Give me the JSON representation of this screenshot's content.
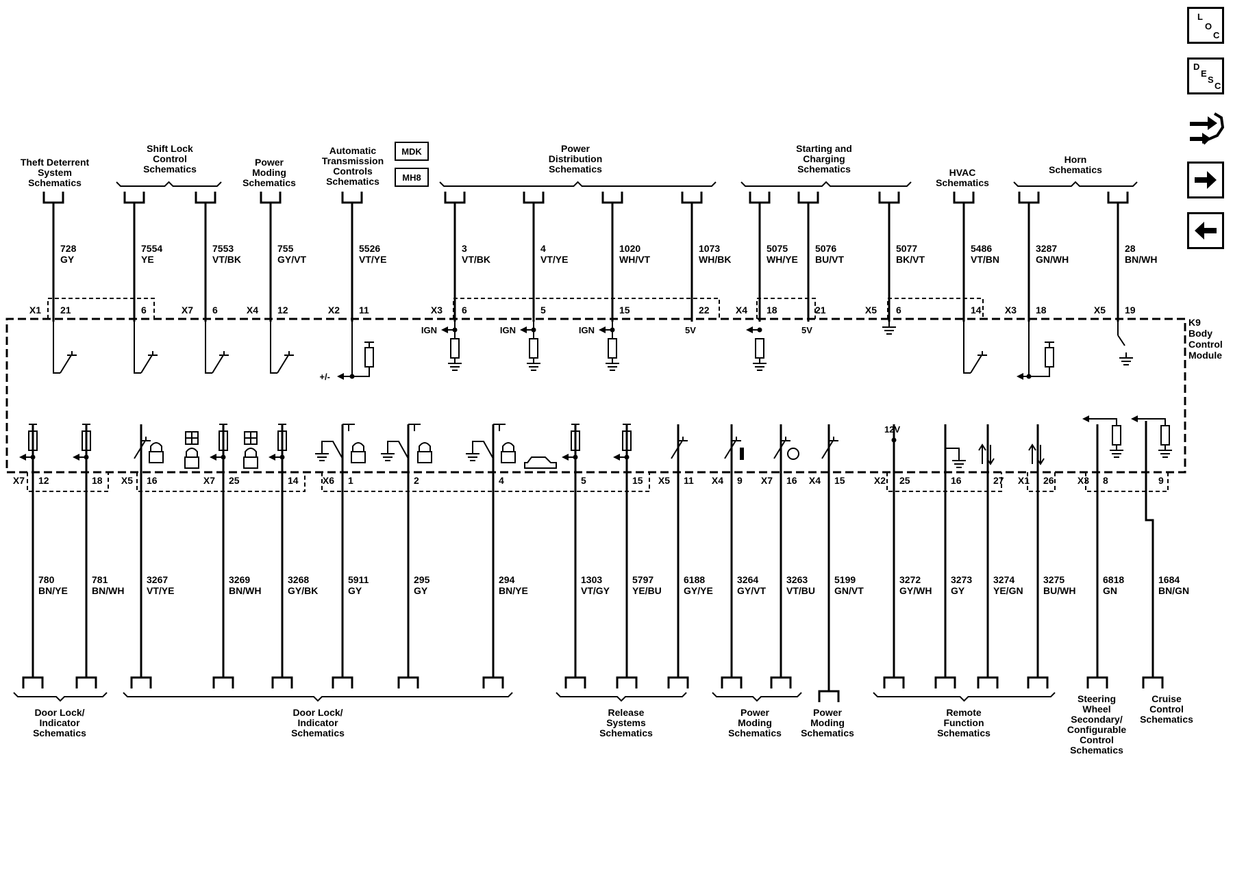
{
  "module": {
    "id": "K9",
    "name": [
      "Body",
      "Control",
      "Module"
    ]
  },
  "top_targets": [
    {
      "lines": [
        "Theft Deterrent",
        "System",
        "Schematics"
      ]
    },
    {
      "lines": [
        "Shift Lock",
        "Control",
        "Schematics"
      ]
    },
    {
      "lines": [
        "Power",
        "Moding",
        "Schematics"
      ]
    },
    {
      "lines": [
        "Automatic",
        "Transmission",
        "Controls",
        "Schematics"
      ]
    },
    {
      "lines": [
        "Power",
        "Distribution",
        "Schematics"
      ]
    },
    {
      "lines": [
        "Starting and",
        "Charging",
        "Schematics"
      ]
    },
    {
      "lines": [
        "HVAC",
        "Schematics"
      ]
    },
    {
      "lines": [
        "Horn",
        "Schematics"
      ]
    }
  ],
  "options": [
    "MDK",
    "MH8"
  ],
  "top_wires": [
    {
      "circuit": "728",
      "color": "GY",
      "connector": "X1",
      "pin": "21"
    },
    {
      "circuit": "7554",
      "color": "YE",
      "connector": "",
      "pin": "6"
    },
    {
      "circuit": "7553",
      "color": "VT/BK",
      "connector": "X7",
      "pin": "6"
    },
    {
      "circuit": "755",
      "color": "GY/VT",
      "connector": "X4",
      "pin": "12"
    },
    {
      "circuit": "5526",
      "color": "VT/YE",
      "connector": "X2",
      "pin": "11"
    },
    {
      "circuit": "3",
      "color": "VT/BK",
      "connector": "X3",
      "pin": "6"
    },
    {
      "circuit": "4",
      "color": "VT/YE",
      "connector": "",
      "pin": "5"
    },
    {
      "circuit": "1020",
      "color": "WH/VT",
      "connector": "",
      "pin": "15"
    },
    {
      "circuit": "1073",
      "color": "WH/BK",
      "connector": "",
      "pin": "22"
    },
    {
      "circuit": "5075",
      "color": "WH/YE",
      "connector": "X4",
      "pin": "18"
    },
    {
      "circuit": "5076",
      "color": "BU/VT",
      "connector": "",
      "pin": "21"
    },
    {
      "circuit": "5077",
      "color": "BK/VT",
      "connector": "X5",
      "pin": "6"
    },
    {
      "circuit": "5486",
      "color": "VT/BN",
      "connector": "",
      "pin": "14"
    },
    {
      "circuit": "3287",
      "color": "GN/WH",
      "connector": "X3",
      "pin": "18"
    },
    {
      "circuit": "28",
      "color": "BN/WH",
      "connector": "X5",
      "pin": "19"
    }
  ],
  "top_internal_labels": {
    "ign": "IGN",
    "v5": "5V",
    "pm": "+/-",
    "v12": "12V"
  },
  "bottom_wires": [
    {
      "circuit": "780",
      "color": "BN/YE",
      "connector": "X7",
      "pin": "12"
    },
    {
      "circuit": "781",
      "color": "BN/WH",
      "connector": "",
      "pin": "18"
    },
    {
      "circuit": "3267",
      "color": "VT/YE",
      "connector": "X5",
      "pin": "16"
    },
    {
      "circuit": "3269",
      "color": "BN/WH",
      "connector": "X7",
      "pin": "25"
    },
    {
      "circuit": "3268",
      "color": "GY/BK",
      "connector": "",
      "pin": "14"
    },
    {
      "circuit": "5911",
      "color": "GY",
      "connector": "X6",
      "pin": "1"
    },
    {
      "circuit": "295",
      "color": "GY",
      "connector": "",
      "pin": "2"
    },
    {
      "circuit": "294",
      "color": "BN/YE",
      "connector": "",
      "pin": "4"
    },
    {
      "circuit": "1303",
      "color": "VT/GY",
      "connector": "",
      "pin": "5"
    },
    {
      "circuit": "5797",
      "color": "YE/BU",
      "connector": "",
      "pin": "15"
    },
    {
      "circuit": "6188",
      "color": "GY/YE",
      "connector": "X5",
      "pin": "11"
    },
    {
      "circuit": "3264",
      "color": "GY/VT",
      "connector": "X4",
      "pin": "9"
    },
    {
      "circuit": "3263",
      "color": "VT/BU",
      "connector": "X7",
      "pin": "16"
    },
    {
      "circuit": "5199",
      "color": "GN/VT",
      "connector": "X4",
      "pin": "15"
    },
    {
      "circuit": "3272",
      "color": "GY/WH",
      "connector": "X2",
      "pin": "25"
    },
    {
      "circuit": "3273",
      "color": "GY",
      "connector": "",
      "pin": "16"
    },
    {
      "circuit": "3274",
      "color": "YE/GN",
      "connector": "",
      "pin": "27"
    },
    {
      "circuit": "3275",
      "color": "BU/WH",
      "connector": "X1",
      "pin": "26"
    },
    {
      "circuit": "6818",
      "color": "GN",
      "connector": "X3",
      "pin": "8"
    },
    {
      "circuit": "1684",
      "color": "BN/GN",
      "connector": "",
      "pin": "9"
    }
  ],
  "bottom_targets": [
    {
      "lines": [
        "Door Lock/",
        "Indicator",
        "Schematics"
      ]
    },
    {
      "lines": [
        "Door Lock/",
        "Indicator",
        "Schematics"
      ]
    },
    {
      "lines": [
        "Release",
        "Systems",
        "Schematics"
      ]
    },
    {
      "lines": [
        "Power",
        "Moding",
        "Schematics"
      ]
    },
    {
      "lines": [
        "Power",
        "Moding",
        "Schematics"
      ]
    },
    {
      "lines": [
        "Remote",
        "Function",
        "Schematics"
      ]
    },
    {
      "lines": [
        "Steering",
        "Wheel",
        "Secondary/",
        "Configurable",
        "Control",
        "Schematics"
      ]
    },
    {
      "lines": [
        "Cruise",
        "Control",
        "Schematics"
      ]
    }
  ],
  "nav": {
    "loc": {
      "letters": [
        "L",
        "O",
        "C"
      ]
    },
    "desc": {
      "letters": [
        "D",
        "E",
        "S",
        "C"
      ]
    },
    "icons": [
      "loc-icon",
      "desc-icon",
      "connector-icon",
      "next-arrow-icon",
      "back-arrow-icon"
    ]
  }
}
